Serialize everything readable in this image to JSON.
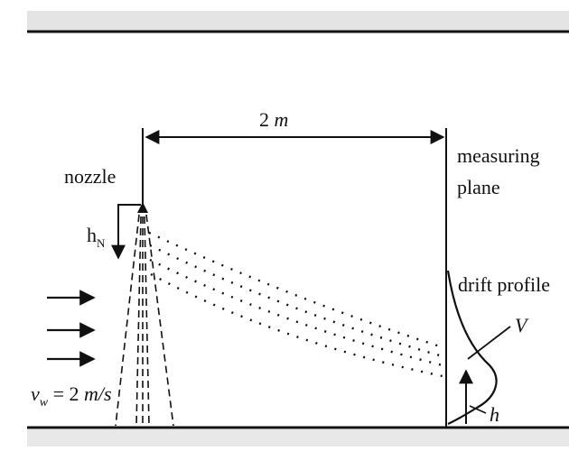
{
  "labels": {
    "distance_value": "2",
    "distance_unit": "m",
    "nozzle": "nozzle",
    "measuring_line1": "measuring",
    "measuring_line2": "plane",
    "hn_main": "h",
    "hn_sub": "N",
    "drift_profile": "drift profile",
    "volume": "V",
    "height": "h",
    "wind_symbol": "v",
    "wind_sub": "w",
    "wind_value": " = 2 ",
    "wind_unit": "m/s"
  },
  "colors": {
    "top_band": "#e4e4e4",
    "bottom_band": "#e8e8e8",
    "ink": "#111111"
  }
}
